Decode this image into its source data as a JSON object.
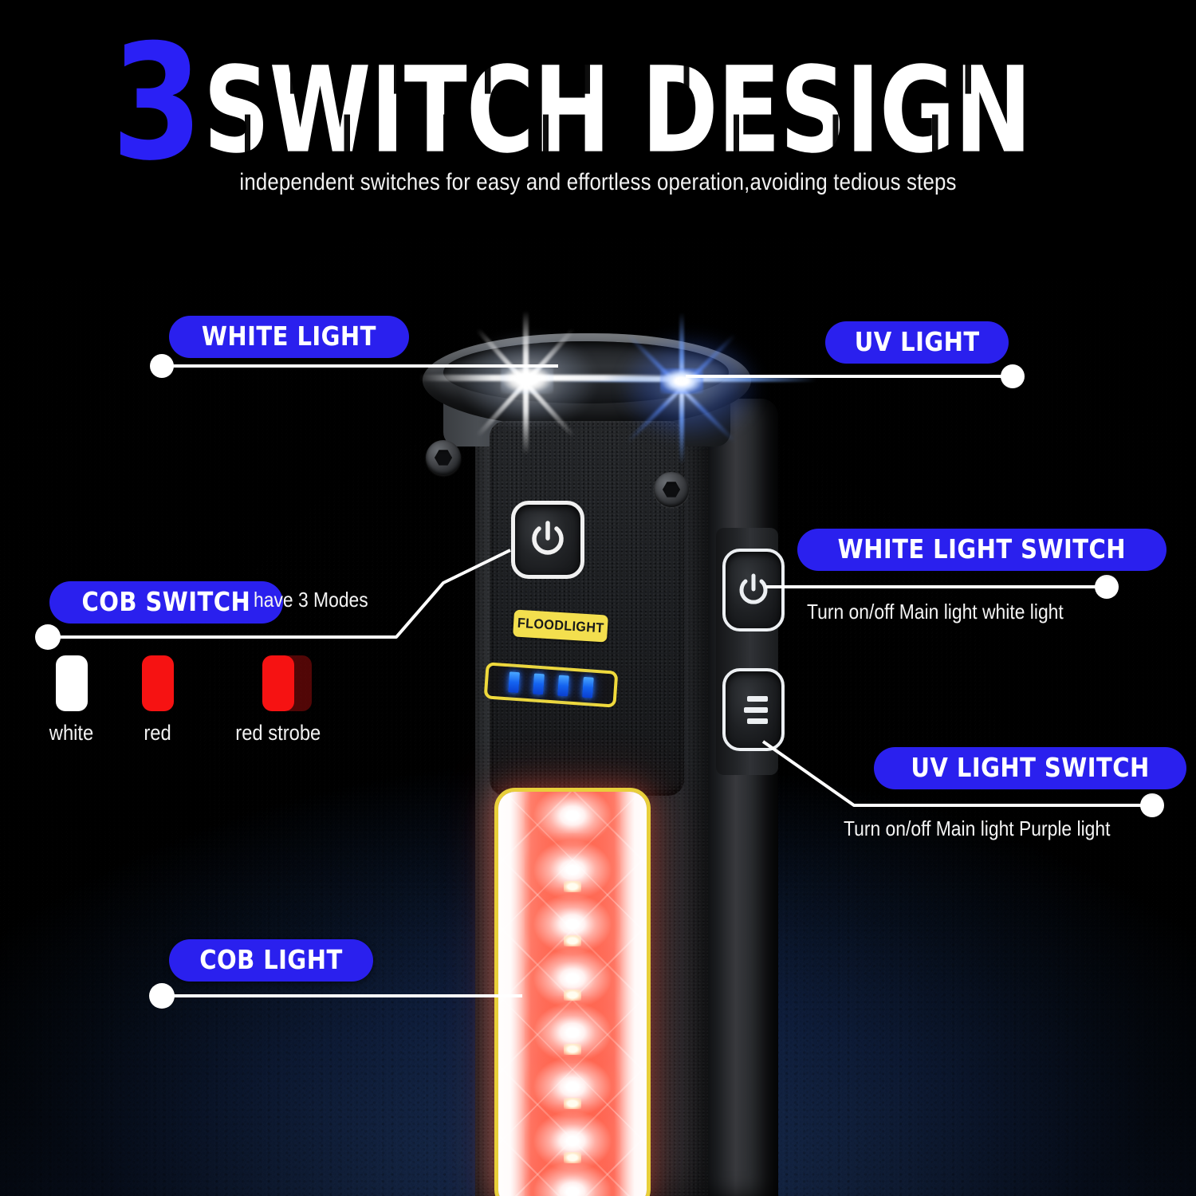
{
  "header": {
    "number": "3",
    "title": "SWITCH DESIGN",
    "subtitle": "independent switches for easy and effortless operation,avoiding tedious steps"
  },
  "colors": {
    "badge_blue": "#2a20ee",
    "accent_yellow": "#f0da3c",
    "cob_red": "#f61212",
    "led_blue": "#1463f0",
    "background_navy": "#1d3768"
  },
  "callouts": {
    "white_light": {
      "label": "WHITE LIGHT"
    },
    "uv_light": {
      "label": "UV LIGHT"
    },
    "cob_switch": {
      "label": "COB SWITCH",
      "note": "have 3 Modes"
    },
    "white_light_switch": {
      "label": "WHITE LIGHT SWITCH",
      "description": "Turn on/off Main light white light"
    },
    "uv_light_switch": {
      "label": "UV LIGHT SWITCH",
      "description": "Turn on/off Main light Purple light"
    },
    "cob_light": {
      "label": "COB LIGHT"
    }
  },
  "modes": [
    {
      "label": "white",
      "color": "#ffffff"
    },
    {
      "label": "red",
      "color": "#f61212"
    },
    {
      "label": "red strobe",
      "color": "#f61212"
    }
  ],
  "device": {
    "floodlight_tag": "FLOODLIGHT",
    "battery_bars": 4,
    "cob_button_icon": "power-icon",
    "side_white_switch_icon": "power-icon",
    "side_uv_switch_icon": "brightness-bars-icon"
  }
}
